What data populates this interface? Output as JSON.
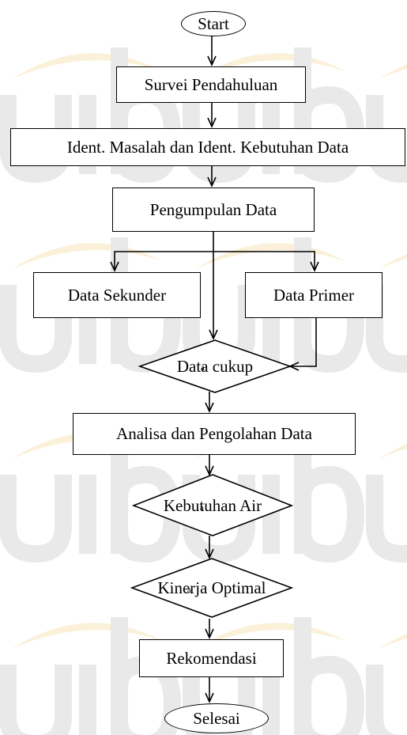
{
  "watermark": {
    "text": "uib",
    "colors": {
      "letters": "#e9e9e9",
      "swoosh": "#fbf0d8"
    }
  },
  "flowchart": {
    "start": "Start",
    "survey": "Survei Pendahuluan",
    "identification": "Ident. Masalah dan Ident. Kebutuhan Data",
    "collection": "Pengumpulan Data",
    "secondary": "Data Sekunder",
    "primary": "Data Primer",
    "decision_data": "Data cukup",
    "analysis": "Analisa dan Pengolahan Data",
    "decision_water": "Kebutuhan Air",
    "decision_performance": "Kinerja Optimal",
    "recommendation": "Rekomendasi",
    "end": "Selesai",
    "overlay_fragments": {
      "data_cukup": "a",
      "kebutuhan_air": "a",
      "kinerja": "a"
    }
  }
}
